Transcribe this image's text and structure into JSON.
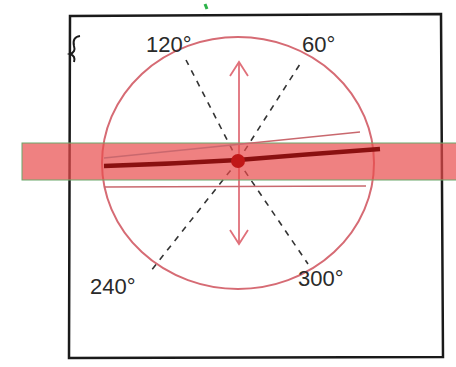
{
  "diagram": {
    "labels": [
      "120°",
      "60°",
      "240°",
      "300°"
    ]
  }
}
